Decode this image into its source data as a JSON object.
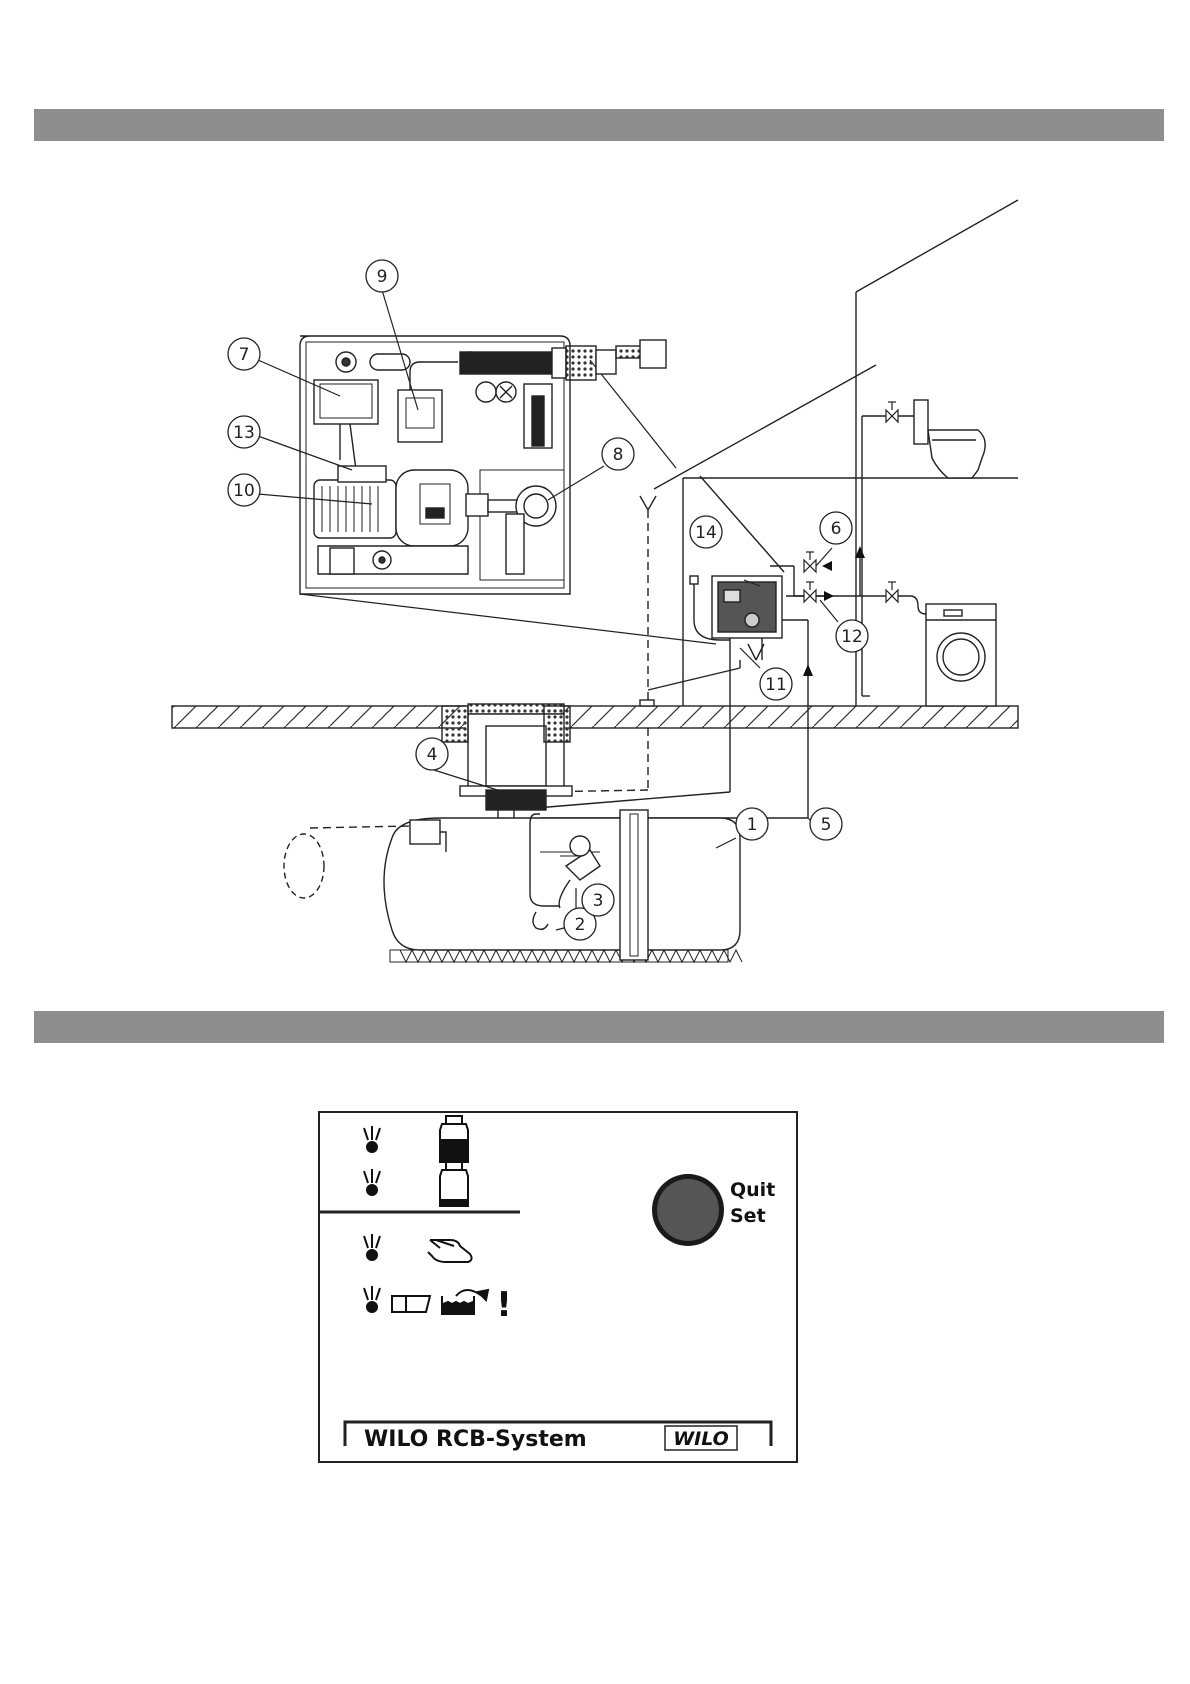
{
  "callouts": {
    "c1": "1",
    "c2": "2",
    "c3": "3",
    "c4": "4",
    "c5": "5",
    "c6": "6",
    "c7": "7",
    "c8": "8",
    "c9": "9",
    "c10": "10",
    "c11": "11",
    "c12": "12",
    "c13": "13",
    "c14": "14"
  },
  "panel": {
    "button_line1": "Quit",
    "button_line2": "Set",
    "footer_title": "WILO RCB-System",
    "logo": "WILO",
    "alarm_mark": "!"
  },
  "icons": [
    "led-icon",
    "tank-full-icon",
    "tank-empty-icon",
    "hand-icon",
    "switch-icon",
    "refill-icon",
    "exclamation-icon"
  ]
}
